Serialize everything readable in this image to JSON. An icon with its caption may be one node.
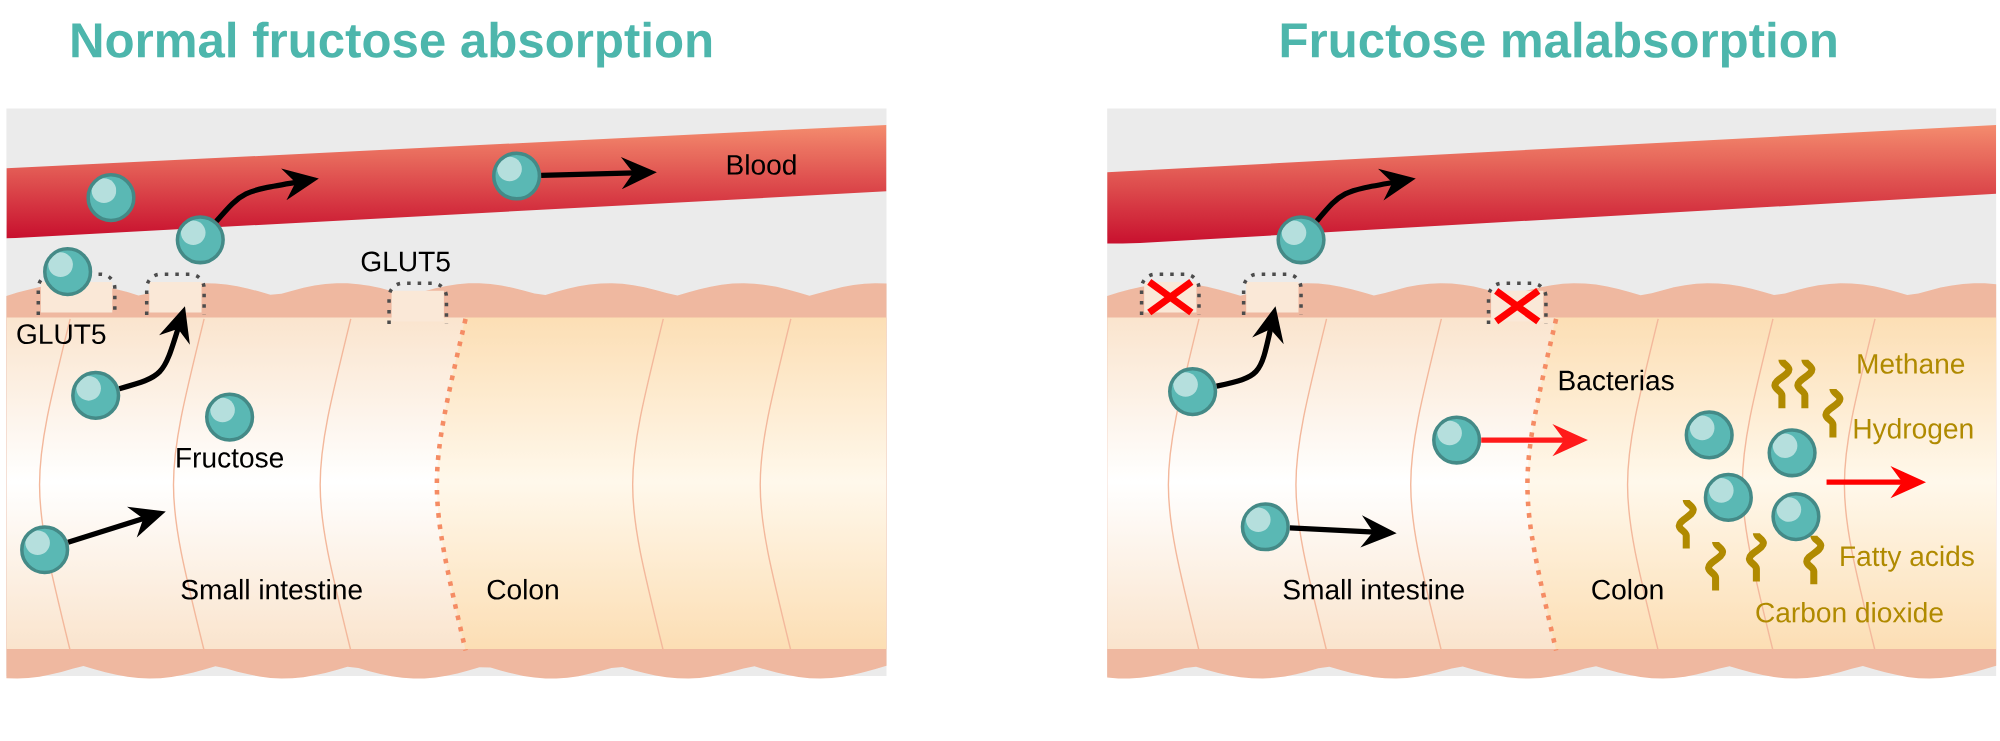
{
  "diagram": {
    "nodes": [
      {
        "text": [],
        "shape": "circle"
      },
      {
        "text": [],
        "shape": "circle"
      },
      {
        "text": [],
        "shape": "circle"
      },
      {
        "text": [],
        "shape": "circle"
      },
      {
        "text": [],
        "shape": "circle",
        "beside": [
          "Fructose"
        ]
      },
      {
        "text": [],
        "shape": "circle"
      },
      {
        "text": [],
        "shape": "circle"
      },
      {
        "text": [],
        "shape": "circle"
      },
      {
        "text": [],
        "shape": "circle"
      },
      {
        "text": [],
        "shape": "circle"
      },
      {
        "text": [],
        "shape": "circle"
      },
      {
        "text": [],
        "shape": "circle"
      },
      {
        "text": [],
        "shape": "circle"
      },
      {
        "text": [],
        "shape": "circle"
      },
      {
        "text": [],
        "shape": "circle"
      }
    ],
    "edges": [
      {
        "from": 1,
        "to": null,
        "arrow": "to"
      },
      {
        "from": 6,
        "to": null,
        "arrow": "to"
      },
      {
        "from": 3,
        "to": null,
        "arrow": "to"
      },
      {
        "from": 5,
        "to": null,
        "arrow": "to"
      },
      {
        "from": 7,
        "to": null,
        "arrow": "to"
      },
      {
        "from": 8,
        "to": null,
        "arrow": "to"
      },
      {
        "from": 9,
        "to": null,
        "arrow": "to",
        "color": "#ff1a1a"
      },
      {
        "from": 10,
        "to": null,
        "arrow": "to"
      }
    ],
    "labels": [
      "Normal fructose absorption",
      "Fructose malabsorption",
      "Blood",
      "GLUT5",
      "GLUT5",
      "Small intestine",
      "Colon",
      "Bacterias",
      "Methane",
      "Hydrogen",
      "Small intestine",
      "Colon",
      "Fatty acids",
      "Carbon dioxide"
    ]
  }
}
